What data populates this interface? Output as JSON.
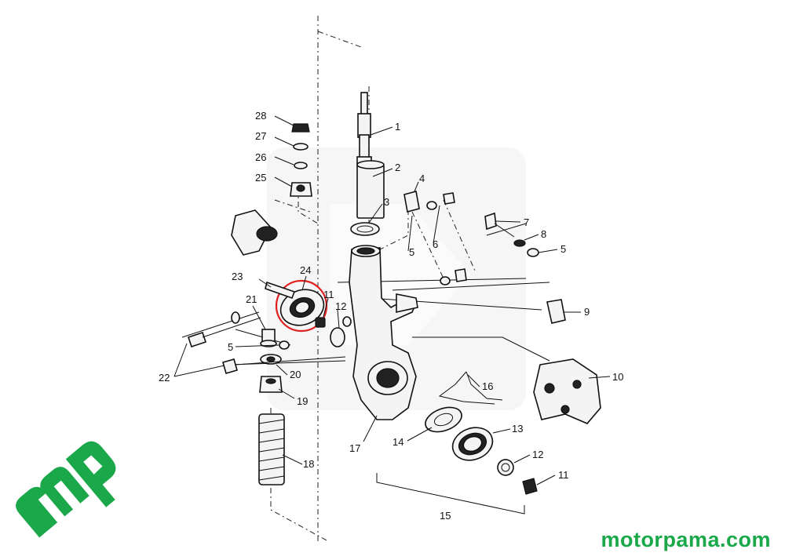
{
  "brand": {
    "name": "motorpama.com",
    "color": "#1aa84b"
  },
  "highlight_color": "#e02020",
  "callouts": {
    "c1": "1",
    "c2": "2",
    "c3": "3",
    "c4": "4",
    "c5a": "5",
    "c5b": "5",
    "c5c": "5",
    "c6": "6",
    "c7": "7",
    "c8": "8",
    "c9": "9",
    "c10": "10",
    "c11a": "11",
    "c11b": "11",
    "c12a": "12",
    "c12b": "12",
    "c13": "13",
    "c14": "14",
    "c15": "15",
    "c16": "16",
    "c17": "17",
    "c18": "18",
    "c19": "19",
    "c20": "20",
    "c21": "21",
    "c22": "22",
    "c23": "23",
    "c24": "24",
    "c25": "25",
    "c26": "26",
    "c27": "27",
    "c28": "28"
  }
}
